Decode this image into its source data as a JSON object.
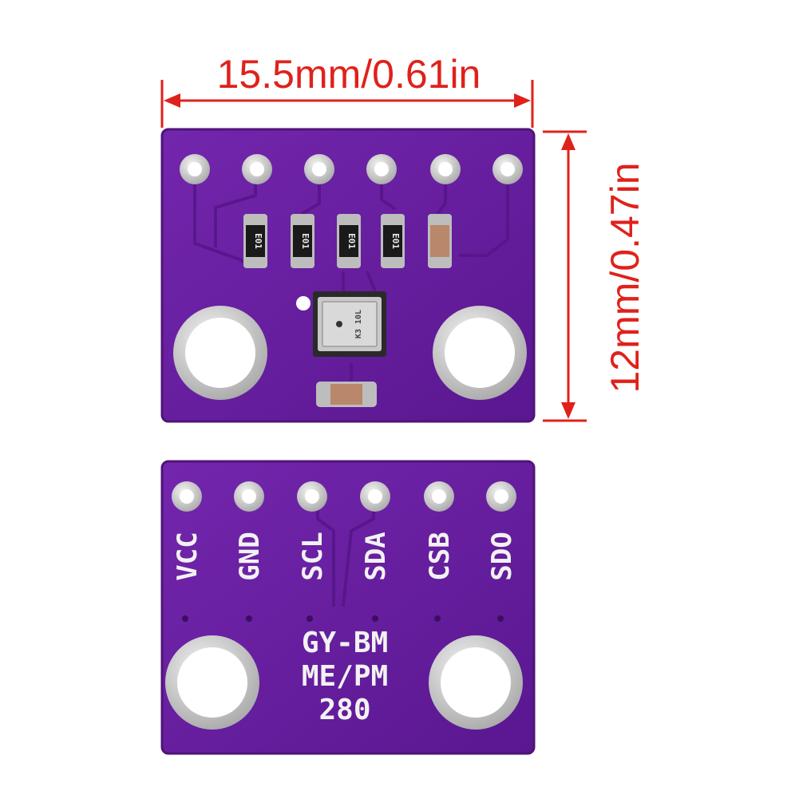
{
  "dimensions": {
    "width_label": "15.5mm/0.61in",
    "height_label": "12mm/0.47in",
    "color": "#e0211b"
  },
  "front_board": {
    "smd_marking": "E01",
    "sensor_marking": "K3 10L"
  },
  "back_board": {
    "pins": [
      "VCC",
      "GND",
      "SCL",
      "SDA",
      "CSB",
      "SDO"
    ],
    "model_lines": [
      "GY-BM",
      "ME/PM",
      "280"
    ]
  },
  "colors": {
    "pcb": "#6a1fa0",
    "pcb_dark": "#4f1478",
    "trace": "#5a1790",
    "pad": "#c9c9c9",
    "silkscreen": "#f2f2f2"
  }
}
